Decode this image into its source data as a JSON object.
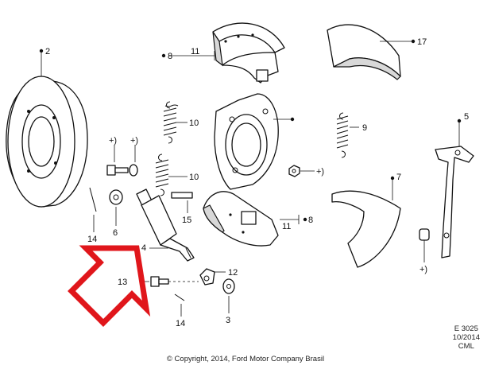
{
  "labels": {
    "l2": "2",
    "l17": "17",
    "l11a": "11",
    "l8a": "8",
    "l10a": "10",
    "l10b": "10",
    "l9": "9",
    "l5": "5",
    "l7": "7",
    "lplusA": "+)",
    "lplusB": "+)",
    "lplusC": "+)",
    "lplusD": "+)",
    "l14a": "14",
    "l6": "6",
    "l15": "15",
    "l11b": "11",
    "l8b": "8",
    "l4": "4",
    "l12": "12",
    "l13": "13",
    "l14b": "14",
    "l3": "3"
  },
  "info": {
    "code": "E 3025",
    "date": "10/2014",
    "initials": "CML"
  },
  "copyright": "© Copyright, 2014, Ford Motor Company Brasil",
  "colors": {
    "arrow": "#e0161b",
    "line": "#111111"
  }
}
